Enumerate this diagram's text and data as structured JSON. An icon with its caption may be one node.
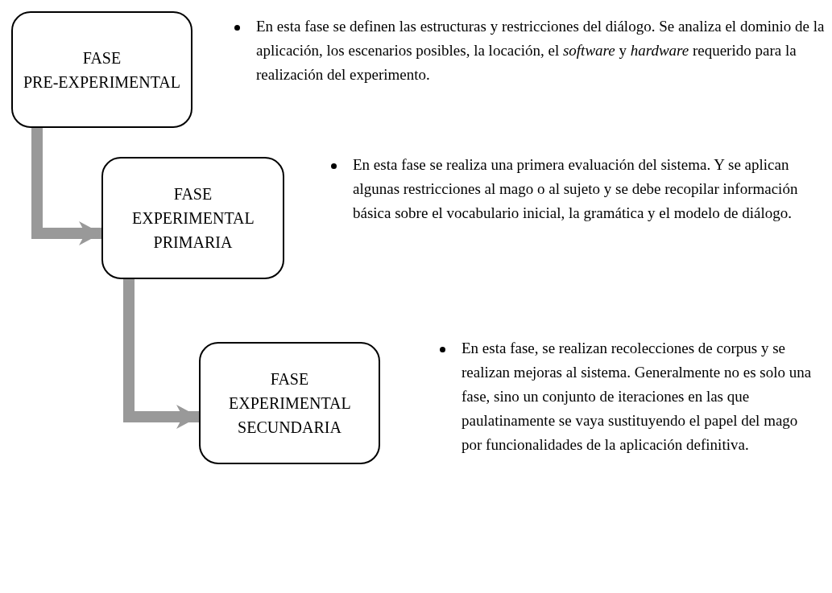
{
  "diagram": {
    "nodes": [
      {
        "text": [
          "FASE PRE-EXPERIMENTAL"
        ]
      },
      {
        "text": [
          "FASE EXPERIMENTAL PRIMARIA"
        ]
      },
      {
        "text": [
          "FASE EXPERIMENTAL SECUNDARIA"
        ]
      }
    ],
    "edges": [
      {
        "from": 0,
        "to": 1,
        "arrow": "to"
      },
      {
        "from": 1,
        "to": 2,
        "arrow": "to"
      }
    ],
    "labels": [
      "En esta fase se definen las estructuras y restricciones del diálogo. Se analiza el dominio de la aplicación, los escenarios posibles, la locación, el *software* y *hardware* requerido para la realización del experimento.",
      "En esta fase se realiza una primera evaluación del sistema. Y se aplican algunas restricciones al mago o al sujeto y se debe recopilar información básica sobre el vocabulario inicial, la gramática y el modelo de diálogo.",
      "En esta fase, se realizan recolecciones de corpus y se realizan mejoras al sistema. Generalmente no es solo una fase, sino un conjunto de iteraciones en las que paulatinamente se vaya sustituyendo el papel del mago por funcionalidades de la aplicación definitiva."
    ]
  }
}
